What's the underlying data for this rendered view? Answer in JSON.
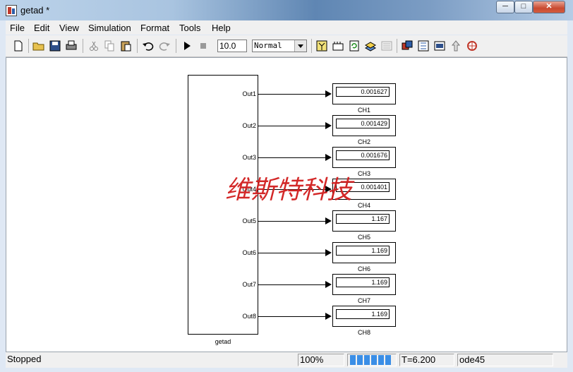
{
  "window": {
    "title": "getad *"
  },
  "menu": [
    "File",
    "Edit",
    "View",
    "Simulation",
    "Format",
    "Tools",
    "Help"
  ],
  "toolbar": {
    "stop_time": "10.0",
    "mode": "Normal",
    "icons": [
      "new-file-icon",
      "open-folder-icon",
      "save-icon",
      "print-icon",
      "cut-icon",
      "copy-icon",
      "paste-icon",
      "undo-icon",
      "redo-icon",
      "start-icon",
      "stop-icon",
      "library-browser-icon",
      "build-icon",
      "refresh-icon",
      "model-explorer-icon",
      "debugger-icon",
      "signal-selector-icon",
      "tree-icon",
      "go-to-parent-icon",
      "profiler-icon"
    ]
  },
  "model": {
    "block_name": "getad",
    "ports": [
      "Out1",
      "Out2",
      "Out3",
      "Out4",
      "Out5",
      "Out6",
      "Out7",
      "Out8"
    ],
    "displays": [
      {
        "label": "CH1",
        "value": "0.001627"
      },
      {
        "label": "CH2",
        "value": "0.001429"
      },
      {
        "label": "CH3",
        "value": "0.001676"
      },
      {
        "label": "CH4",
        "value": "0.001401"
      },
      {
        "label": "CH5",
        "value": "1.167"
      },
      {
        "label": "CH6",
        "value": "1.169"
      },
      {
        "label": "CH7",
        "value": "1.169"
      },
      {
        "label": "CH8",
        "value": "1.169"
      }
    ],
    "watermark": "维斯特科技"
  },
  "status": {
    "state": "Stopped",
    "zoom": "100%",
    "progress_percent": 100,
    "time": "T=6.200",
    "solver": "ode45"
  },
  "colors": {
    "wire": "#000000",
    "watermark": "#d11d1d",
    "progress": "#3a8ee6"
  }
}
